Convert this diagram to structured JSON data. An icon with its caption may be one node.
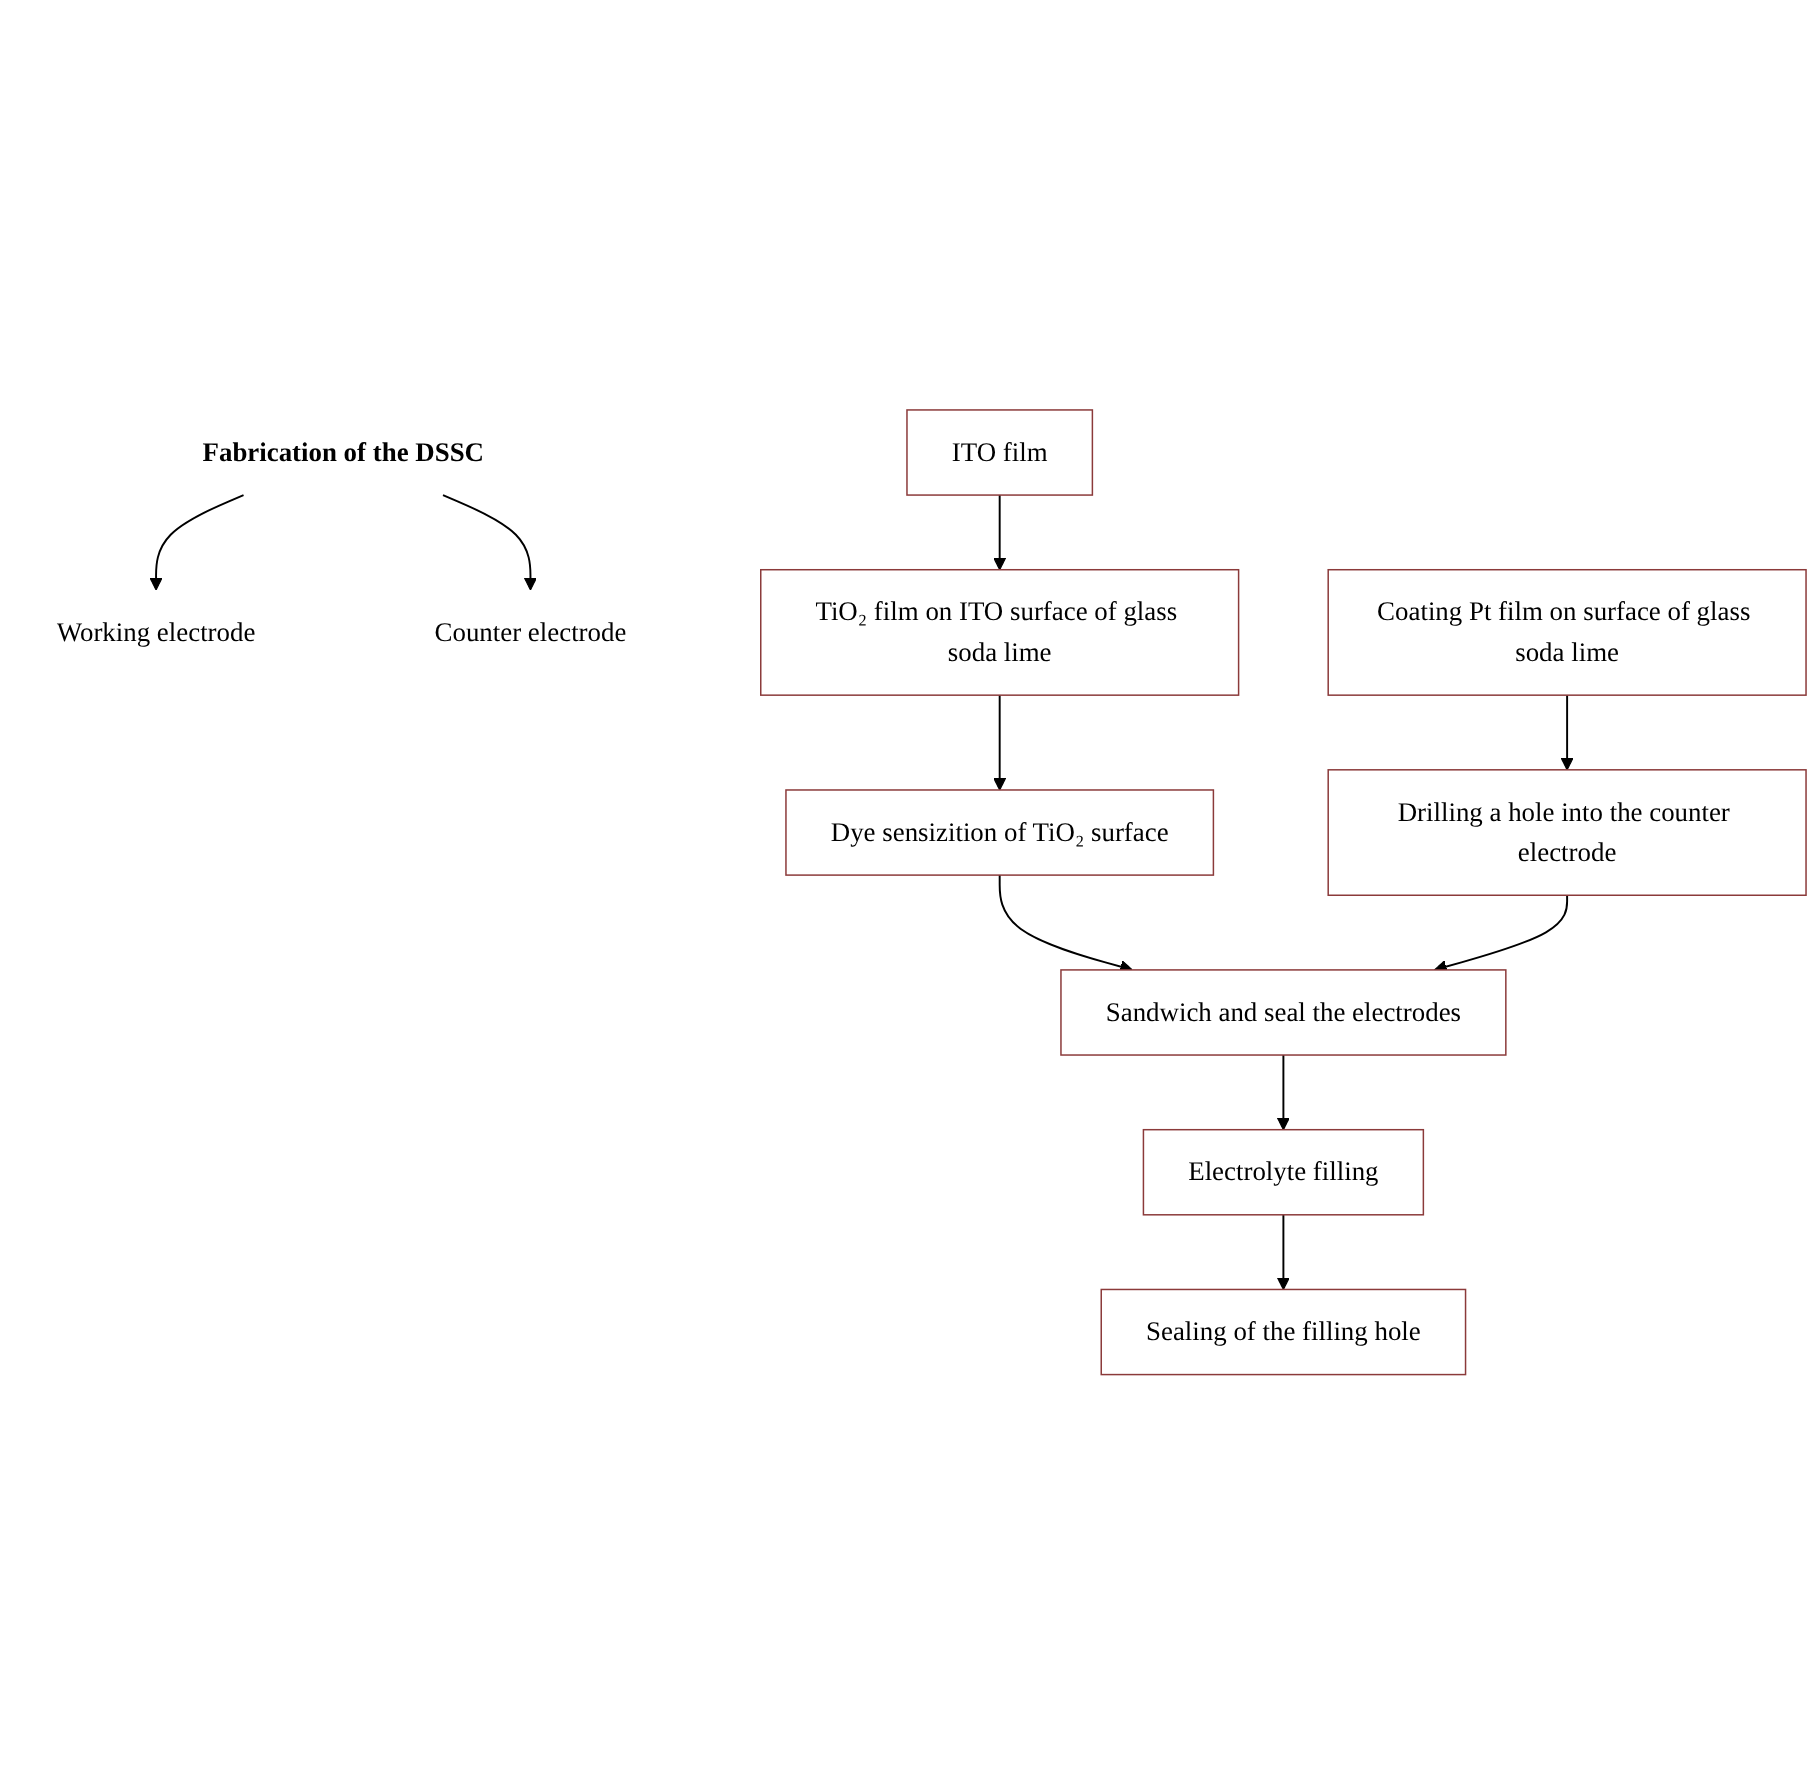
{
  "diagram": {
    "nodes": [
      {
        "text": [
          "Fabrication of the DSSC"
        ]
      },
      {
        "text": [
          "Working electrode"
        ]
      },
      {
        "text": [
          "Counter electrode"
        ]
      },
      {
        "text": [
          "ITO film"
        ]
      },
      {
        "text": [
          "TiO₂ film on ITO surface of glass soda lime"
        ]
      },
      {
        "text": [
          "Coating Pt film on surface of glass soda lime"
        ]
      },
      {
        "text": [
          "Dye sensizition of TiO₂ surface"
        ]
      },
      {
        "text": [
          "Drilling a hole into the counter electrode"
        ]
      },
      {
        "text": [
          "Sandwich and seal the electrodes"
        ]
      },
      {
        "text": [
          "Electrolyte filling"
        ]
      },
      {
        "text": [
          "Sealing of the filling hole"
        ]
      }
    ],
    "edges": [
      {
        "from": 0,
        "to": 1,
        "arrow": "to"
      },
      {
        "from": 0,
        "to": 2,
        "arrow": "to"
      },
      {
        "from": 3,
        "to": 4,
        "arrow": "to"
      },
      {
        "from": 4,
        "to": 6,
        "arrow": "to"
      },
      {
        "from": 5,
        "to": 7,
        "arrow": "to"
      },
      {
        "from": 6,
        "to": 8,
        "arrow": "to"
      },
      {
        "from": 7,
        "to": 8,
        "arrow": "to"
      },
      {
        "from": 8,
        "to": 9,
        "arrow": "to"
      },
      {
        "from": 9,
        "to": 10,
        "arrow": "to"
      }
    ]
  }
}
